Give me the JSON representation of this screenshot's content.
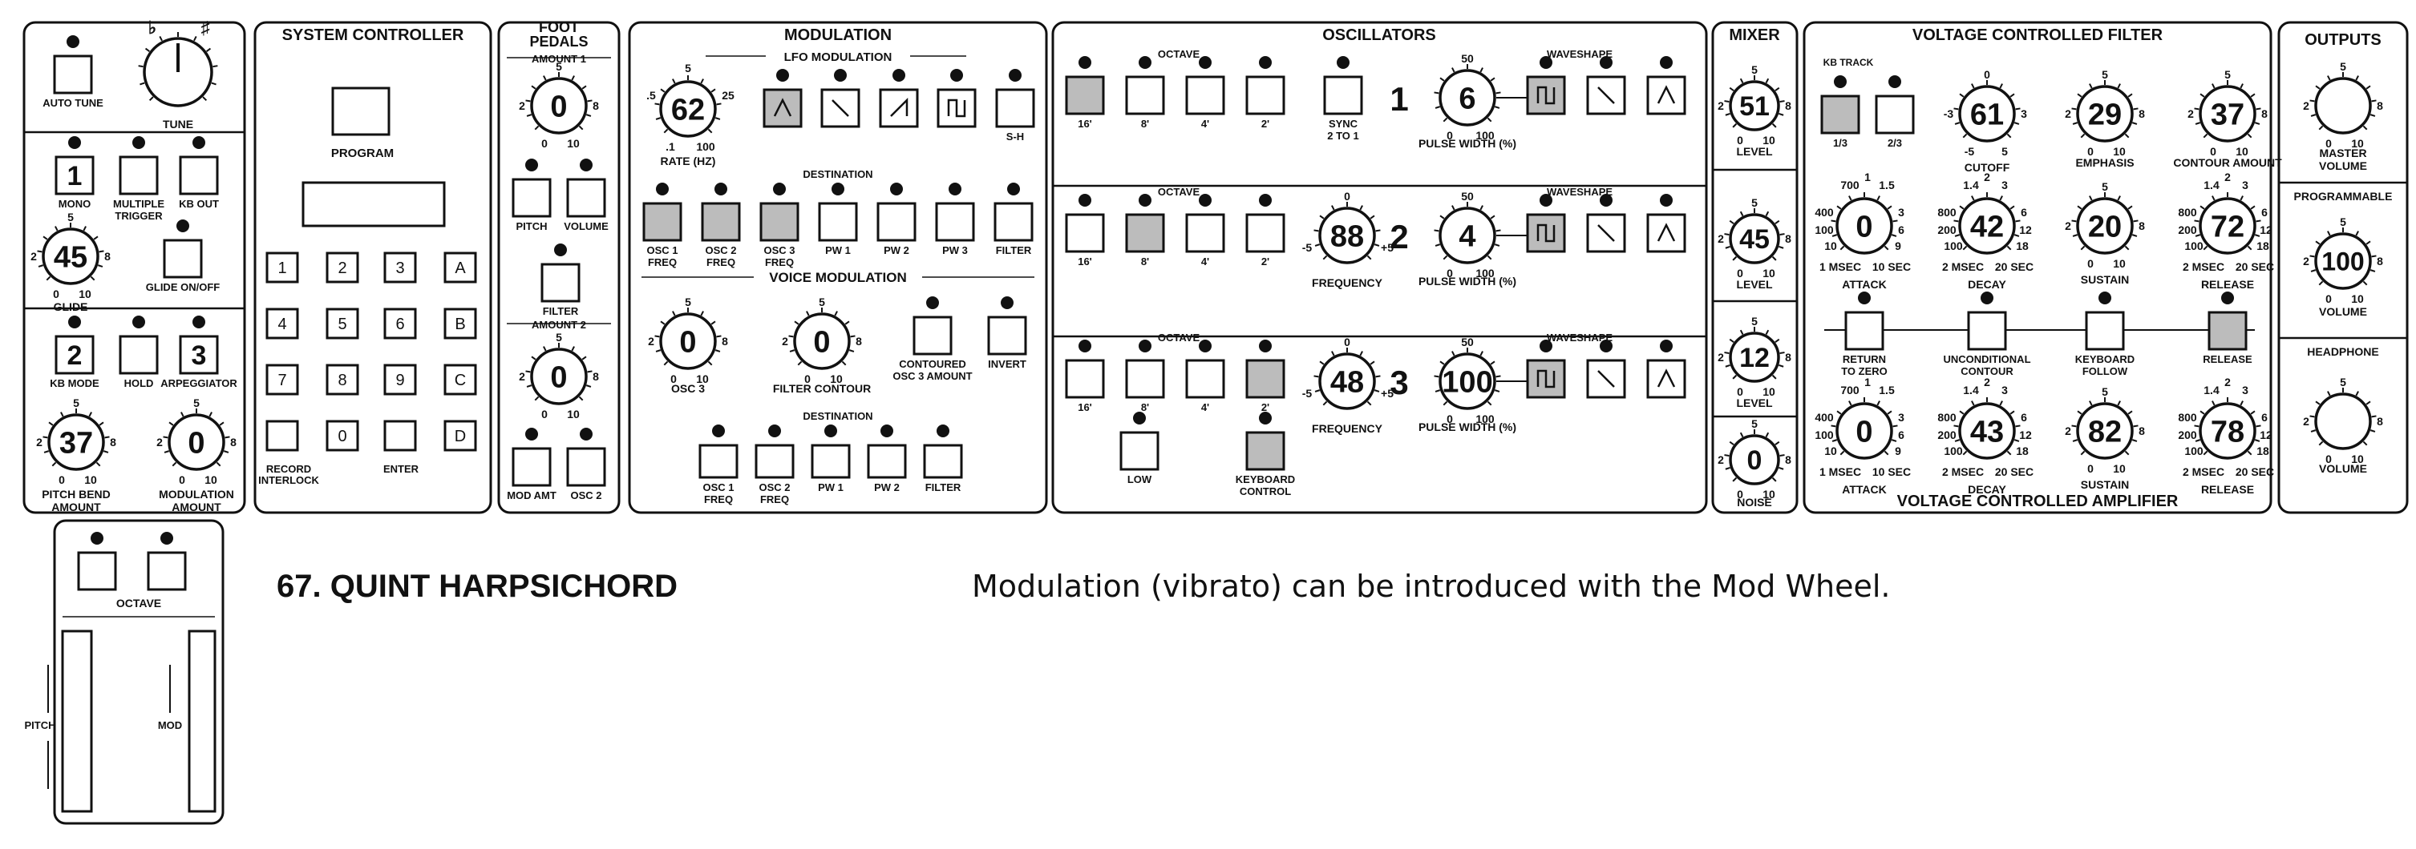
{
  "recipe": {
    "title": "67. QUINT HARPSICHORD",
    "note": "Modulation (vibrato) can be introduced with the Mod Wheel."
  },
  "sections": {
    "system": "SYSTEM CONTROLLER",
    "foot1": "FOOT",
    "foot2": "PEDALS",
    "modulation": "MODULATION",
    "oscillators": "OSCILLATORS",
    "mixer": "MIXER",
    "vcf": "VOLTAGE CONTROLLED FILTER",
    "vca": "VOLTAGE CONTROLLED AMPLIFIER",
    "outputs": "OUTPUTS"
  },
  "sub": {
    "lfo": "LFO MODULATION",
    "voice_mod": "VOICE MODULATION",
    "destination": "DESTINATION",
    "octave": "OCTAVE",
    "waveshape": "WAVESHAPE",
    "amount1": "AMOUNT 1",
    "amount2": "AMOUNT 2",
    "program": "PROGRAM",
    "kb_track": "KB TRACK",
    "programmable": "PROGRAMMABLE",
    "headphone": "HEADPHONE"
  },
  "knobs": {
    "tune": {
      "value": "",
      "label": "TUNE"
    },
    "glide": {
      "value": "45",
      "label": "GLIDE"
    },
    "pitch_bend": {
      "value": "37",
      "label": "PITCH BEND",
      "label2": "AMOUNT"
    },
    "modulation_amount": {
      "value": "0",
      "label": "MODULATION",
      "label2": "AMOUNT"
    },
    "pedal_amount1": {
      "value": "0"
    },
    "pedal_amount2": {
      "value": "0"
    },
    "lfo_rate": {
      "value": "62",
      "label": "RATE (HZ)"
    },
    "osc3_amount": {
      "value": "0",
      "label": "OSC 3"
    },
    "filter_contour_amount": {
      "value": "0",
      "label": "FILTER CONTOUR"
    },
    "osc1_pulse_width": {
      "value": "6",
      "label": "PULSE WIDTH (%)"
    },
    "osc2_frequency": {
      "value": "88",
      "label": "FREQUENCY"
    },
    "osc2_pulse_width": {
      "value": "4",
      "label": "PULSE WIDTH (%)"
    },
    "osc3_frequency": {
      "value": "48",
      "label": "FREQUENCY"
    },
    "osc3_pulse_width": {
      "value": "100",
      "label": "PULSE WIDTH (%)"
    },
    "mixer_osc1": {
      "value": "51",
      "label": "LEVEL"
    },
    "mixer_osc2": {
      "value": "45",
      "label": "LEVEL"
    },
    "mixer_osc3": {
      "value": "12",
      "label": "LEVEL"
    },
    "mixer_noise": {
      "value": "0",
      "label": "NOISE"
    },
    "vcf_cutoff": {
      "value": "61",
      "label": "CUTOFF"
    },
    "vcf_emphasis": {
      "value": "29",
      "label": "EMPHASIS"
    },
    "vcf_contour_amount": {
      "value": "37",
      "label": "CONTOUR AMOUNT"
    },
    "vcf_attack": {
      "value": "0",
      "label": "ATTACK"
    },
    "vcf_decay": {
      "value": "42",
      "label": "DECAY"
    },
    "vcf_sustain": {
      "value": "20",
      "label": "SUSTAIN"
    },
    "vcf_release": {
      "value": "72",
      "label": "RELEASE"
    },
    "vca_attack": {
      "value": "0",
      "label": "ATTACK"
    },
    "vca_decay": {
      "value": "43",
      "label": "DECAY"
    },
    "vca_sustain": {
      "value": "82",
      "label": "SUSTAIN"
    },
    "vca_release": {
      "value": "78",
      "label": "RELEASE"
    },
    "master_volume": {
      "value": "",
      "label": "MASTER",
      "label2": "VOLUME"
    },
    "prog_volume": {
      "value": "100",
      "label": "VOLUME"
    },
    "headphone_volume": {
      "value": "",
      "label": "VOLUME"
    }
  },
  "buttons": {
    "auto_tune": {
      "label": "AUTO TUNE",
      "on": false
    },
    "mono": {
      "label": "MONO",
      "on": false,
      "digit": "1"
    },
    "multiple_trigger": {
      "label": "MULTIPLE",
      "label2": "TRIGGER",
      "on": false
    },
    "kb_out": {
      "label": "KB OUT",
      "on": false
    },
    "glide_onoff": {
      "label": "GLIDE ON/OFF",
      "on": false
    },
    "kb_mode": {
      "label": "KB MODE",
      "on": false,
      "digit": "2"
    },
    "hold": {
      "label": "HOLD",
      "on": false
    },
    "arpeggiator": {
      "label": "ARPEGGIATOR",
      "on": false,
      "digit": "3"
    },
    "ped_pitch": {
      "label": "PITCH",
      "on": false
    },
    "ped_volume": {
      "label": "VOLUME",
      "on": false
    },
    "ped_filter": {
      "label": "FILTER",
      "on": false
    },
    "ped_mod_amt": {
      "label": "MOD AMT",
      "on": false
    },
    "ped_osc2": {
      "label": "OSC 2",
      "on": false
    },
    "lfo_tri": {
      "on": true
    },
    "lfo_sawdown": {
      "on": false
    },
    "lfo_sawup": {
      "on": false
    },
    "lfo_square": {
      "on": false
    },
    "lfo_sh": {
      "label": "S-H",
      "on": false
    },
    "lfo_osc1": {
      "label": "OSC 1",
      "label2": "FREQ",
      "on": true
    },
    "lfo_osc2": {
      "label": "OSC 2",
      "label2": "FREQ",
      "on": true
    },
    "lfo_osc3": {
      "label": "OSC 3",
      "label2": "FREQ",
      "on": true
    },
    "lfo_pw1": {
      "label": "PW 1",
      "on": false
    },
    "lfo_pw2": {
      "label": "PW 2",
      "on": false
    },
    "lfo_pw3": {
      "label": "PW 3",
      "on": false
    },
    "lfo_filter": {
      "label": "FILTER",
      "on": false
    },
    "contoured": {
      "label": "CONTOURED",
      "label2": "OSC 3 AMOUNT",
      "on": false
    },
    "invert": {
      "label": "INVERT",
      "on": false
    },
    "vm_osc1": {
      "label": "OSC 1",
      "label2": "FREQ",
      "on": false
    },
    "vm_osc2": {
      "label": "OSC 2",
      "label2": "FREQ",
      "on": false
    },
    "vm_pw1": {
      "label": "PW 1",
      "on": false
    },
    "vm_pw2": {
      "label": "PW 2",
      "on": false
    },
    "vm_filter": {
      "label": "FILTER",
      "on": false
    },
    "o1_16": {
      "label": "16'",
      "on": true
    },
    "o1_8": {
      "label": "8'",
      "on": false
    },
    "o1_4": {
      "label": "4'",
      "on": false
    },
    "o1_2": {
      "label": "2'",
      "on": false
    },
    "sync": {
      "label": "SYNC",
      "label2": "2 TO 1",
      "on": false
    },
    "o1_w_sq": {
      "on": true
    },
    "o1_w_saw": {
      "on": false
    },
    "o1_w_tri": {
      "on": false
    },
    "o2_16": {
      "label": "16'",
      "on": false
    },
    "o2_8": {
      "label": "8'",
      "on": true
    },
    "o2_4": {
      "label": "4'",
      "on": false
    },
    "o2_2": {
      "label": "2'",
      "on": false
    },
    "o2_w_sq": {
      "on": true
    },
    "o2_w_saw": {
      "on": false
    },
    "o2_w_tri": {
      "on": false
    },
    "o3_16": {
      "label": "16'",
      "on": false
    },
    "o3_8": {
      "label": "8'",
      "on": false
    },
    "o3_4": {
      "label": "4'",
      "on": false
    },
    "o3_2": {
      "label": "2'",
      "on": true
    },
    "o3_low": {
      "label": "LOW",
      "on": false
    },
    "o3_kb": {
      "label": "KEYBOARD",
      "label2": "CONTROL",
      "on": true
    },
    "o3_w_sq": {
      "on": true
    },
    "o3_w_saw": {
      "on": false
    },
    "o3_w_tri": {
      "on": false
    },
    "kb_third": {
      "label": "1/3",
      "on": true
    },
    "kb_twothird": {
      "label": "2/3",
      "on": false
    },
    "return_zero": {
      "label": "RETURN",
      "label2": "TO ZERO",
      "on": false
    },
    "unconditional": {
      "label": "UNCONDITIONAL",
      "label2": "CONTOUR",
      "on": false
    },
    "kb_follow": {
      "label": "KEYBOARD",
      "label2": "FOLLOW",
      "on": false
    },
    "release": {
      "label": "RELEASE",
      "on": true
    },
    "oct_down": {
      "on": false
    },
    "oct_up": {
      "on": false
    }
  },
  "keypad": {
    "keys": [
      "1",
      "2",
      "3",
      "A",
      "4",
      "5",
      "6",
      "B",
      "7",
      "8",
      "9",
      "C",
      "",
      "0",
      "",
      "D"
    ],
    "record1": "RECORD",
    "record2": "INTERLOCK",
    "enter": "ENTER"
  },
  "wheels": {
    "pitch": "PITCH",
    "mod": "MOD"
  },
  "osc_numbers": [
    "1",
    "2",
    "3"
  ],
  "scale": {
    "z": "0",
    "t": "10",
    "f": "5",
    "two": "2",
    "eight": "8",
    "pw_top": "50",
    "pw_l": "0",
    "pw_r": "100",
    "rate_lo": ".1",
    "rate_hi": "100",
    "rate_m1": ".5",
    "rate_m2": "5",
    "rate_m3": "25",
    "fq_l": "-5",
    "fq_r": "+5",
    "cut_l": "-5",
    "cut_r": "5",
    "cut_m": "-3",
    "cut_m2": "3",
    "msec": "1 MSEC",
    "sec10": "10 SEC",
    "t700": "700",
    "t1": "1",
    "t15": "1.5",
    "t400": "400",
    "t3": "3",
    "t100": "100",
    "t6": "6",
    "t9": "9",
    "m2": "2 MSEC",
    "s20": "20 SEC",
    "t14": "1.4",
    "t2b": "2",
    "t800": "800",
    "t200": "200",
    "t12": "12",
    "t18": "18",
    "flat": "♭",
    "sharp": "♯"
  }
}
